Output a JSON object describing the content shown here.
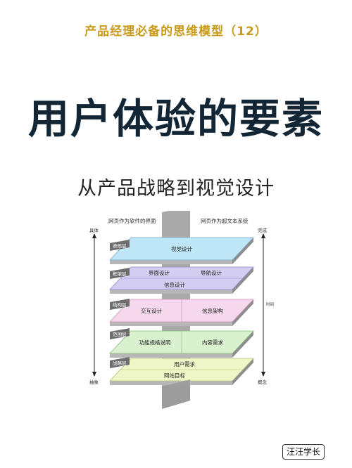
{
  "header": {
    "series": "产品经理必备的思维模型（12）",
    "title": "用户体验的要素",
    "subtitle": "从产品战略到视觉设计"
  },
  "diagram": {
    "left_heading": "网页作为软件的界面",
    "right_heading": "网页作为超文本系统",
    "left_axis_top": "具体",
    "left_axis_bottom": "抽象",
    "right_axis_top": "完成",
    "right_axis_bottom": "概念",
    "right_axis_middle": "时间",
    "layers": [
      {
        "tag": "表现层",
        "color": "#bfe6f6",
        "boxes": [
          "视觉设计"
        ]
      },
      {
        "tag": "框架层",
        "color": "#d3cdf2",
        "boxes": [
          "界面设计",
          "导航设计",
          "信息设计"
        ]
      },
      {
        "tag": "结构层",
        "color": "#f6d8ec",
        "boxes": [
          "交互设计",
          "信息架构"
        ]
      },
      {
        "tag": "范围层",
        "color": "#d9f1cf",
        "boxes": [
          "功能规格说明",
          "内容需求"
        ]
      },
      {
        "tag": "战略层",
        "color": "#eef6c8",
        "boxes": [
          "用户需求",
          "网站目标"
        ]
      }
    ]
  },
  "badge": "汪汪学长"
}
